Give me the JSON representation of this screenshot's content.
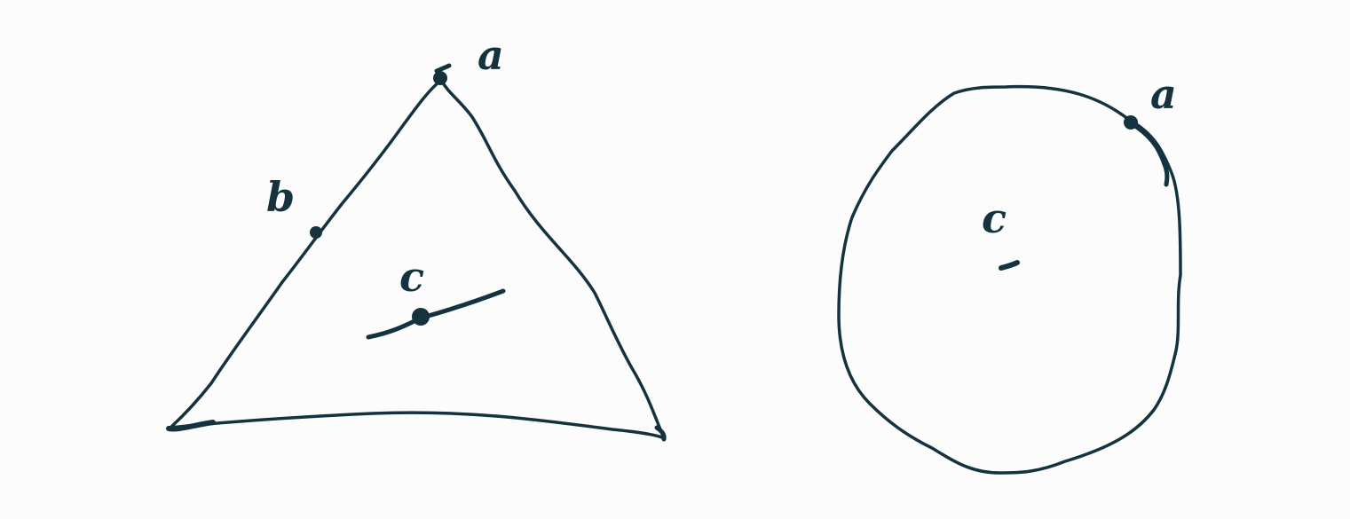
{
  "colors": {
    "background": "#fcfcfc",
    "ink": "#15333f"
  },
  "triangle": {
    "labels": {
      "vertex_top": "a",
      "left_side_point": "b",
      "center": "c"
    }
  },
  "circle": {
    "labels": {
      "boundary_point": "a",
      "center": "c"
    }
  }
}
